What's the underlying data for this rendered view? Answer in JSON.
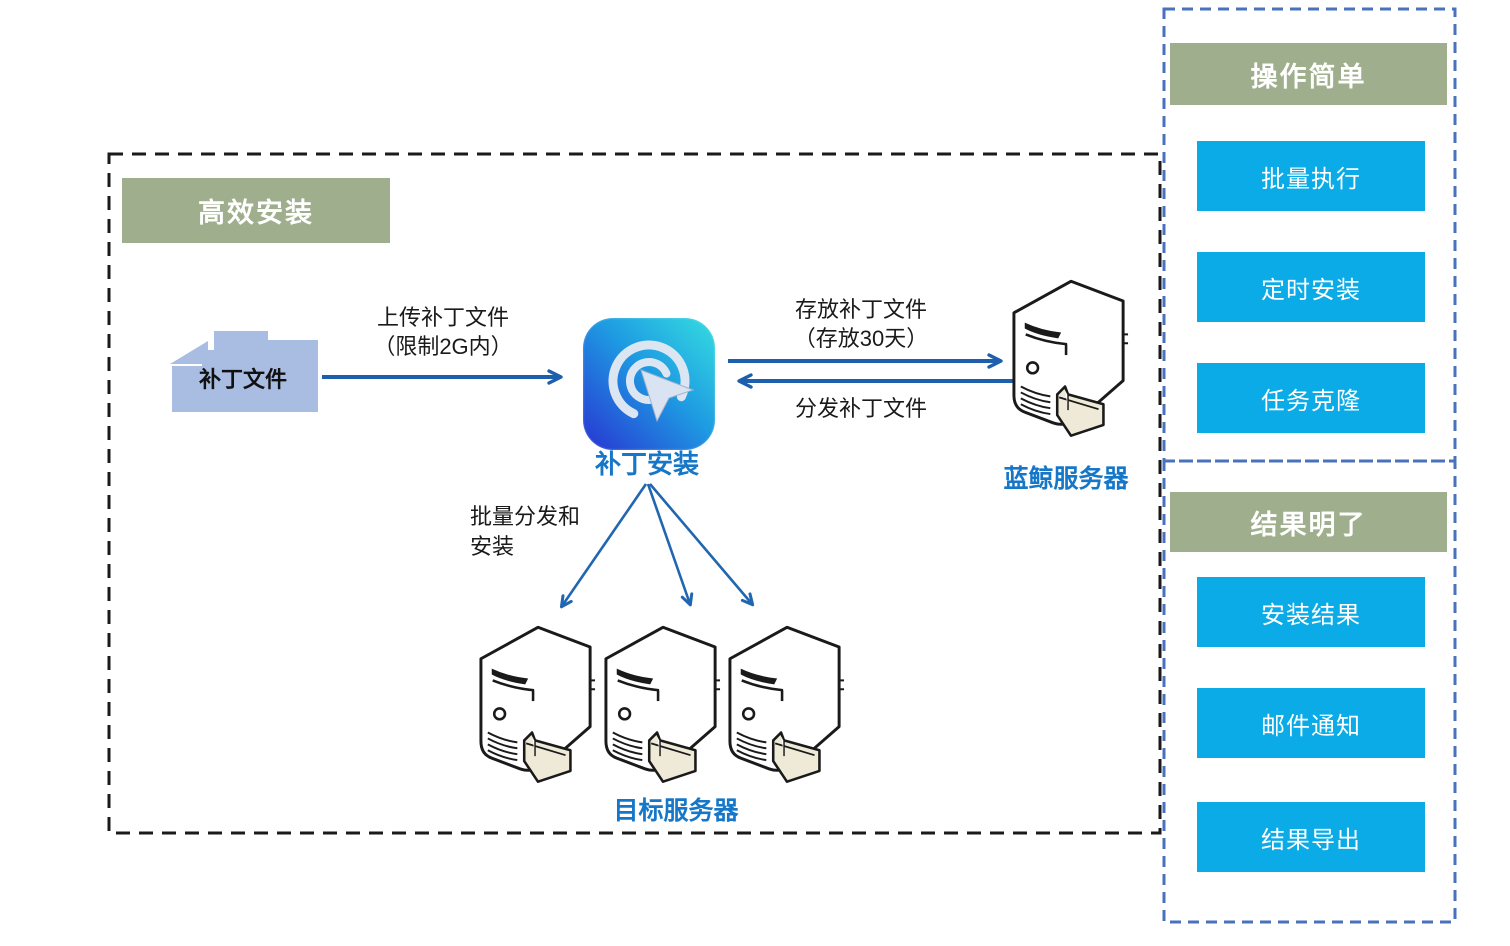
{
  "diagram": {
    "section_title": "高效安装",
    "patch_file": {
      "label": "补丁文件",
      "icon": "folder-icon",
      "fill_color": "#a9bce2"
    },
    "app": {
      "label": "补丁安装",
      "icon": "patch-install-app-icon"
    },
    "blueking": {
      "label": "蓝鲸服务器",
      "icon": "server-icon"
    },
    "targets": {
      "label": "目标服务器",
      "icon": "server-icon",
      "count": 3
    },
    "arrow_upload": {
      "line1": "上传补丁文件",
      "line2": "（限制2G内）"
    },
    "arrow_store": {
      "line1": "存放补丁文件",
      "line2": "（存放30天）"
    },
    "arrow_distribute": {
      "label": "分发补丁文件"
    },
    "arrow_batch": {
      "line1": "批量分发和",
      "line2": "安装"
    }
  },
  "feature_panels": [
    {
      "title": "操作简单",
      "items": [
        {
          "label": "批量执行"
        },
        {
          "label": "定时安装"
        },
        {
          "label": "任务克隆"
        }
      ]
    },
    {
      "title": "结果明了",
      "items": [
        {
          "label": "安装结果"
        },
        {
          "label": "邮件通知"
        },
        {
          "label": "结果导出"
        }
      ]
    }
  ],
  "colors": {
    "header_green": "#9fae8c",
    "button_cyan": "#0aabe6",
    "arrow_blue": "#1d5fad",
    "node_label_blue": "#1677c8",
    "panel_dash_blue": "#4a72bc",
    "main_dash_black": "#1a1a1a",
    "folder_fill": "#a9bce2"
  }
}
